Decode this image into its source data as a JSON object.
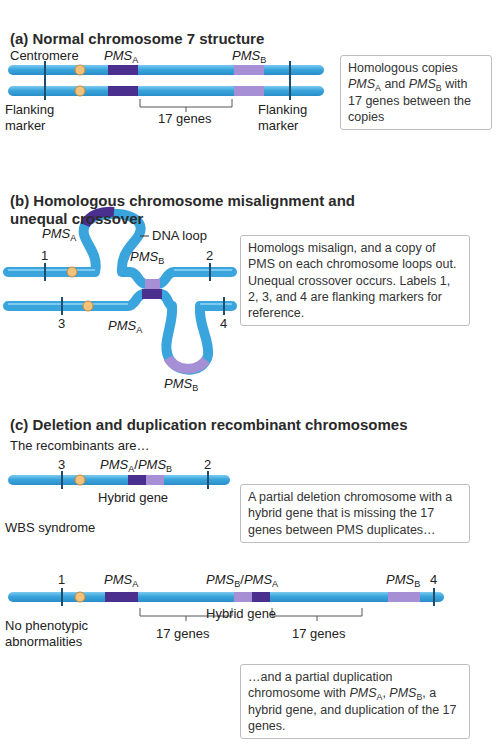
{
  "diagram": {
    "nodes": [
      {
        "text": [
          "Homologous copies PMSA and PMSB with 17 genes between the copies"
        ]
      },
      {
        "text": [
          "Homologs misalign, and a copy of PMS on each chromosome loops out. Unequal crossover occurs. Labels 1, 2, 3, and 4 are flanking markers for reference."
        ]
      },
      {
        "text": [
          "A partial deletion chromosome with a hybrid gene that is missing the 17 genes between PMS duplicates…"
        ]
      },
      {
        "text": [
          "…and a partial duplication chromosome with PMSA, PMSB, a hybrid gene, and duplication of the 17 genes."
        ]
      }
    ],
    "labels": [
      "(a) Normal chromosome 7 structure",
      "Centromere",
      "PMSA",
      "PMSB",
      "Flanking marker",
      "17 genes",
      "Flanking marker",
      "(b) Homologous chromosome misalignment and unequal crossover",
      "PMSA",
      "DNA loop",
      "1",
      "PMSB",
      "2",
      "3",
      "PMSA",
      "4",
      "PMSB",
      "(c) Deletion and duplication recombinant chromosomes",
      "The recombinants are…",
      "3",
      "PMSA/PMSB",
      "2",
      "Hybrid gene",
      "WBS syndrome",
      "1",
      "PMSA",
      "PMSB/PMSA",
      "PMSB",
      "4",
      "Hybrid gene",
      "No phenotypic abnormalities",
      "17 genes",
      "17 genes"
    ]
  }
}
